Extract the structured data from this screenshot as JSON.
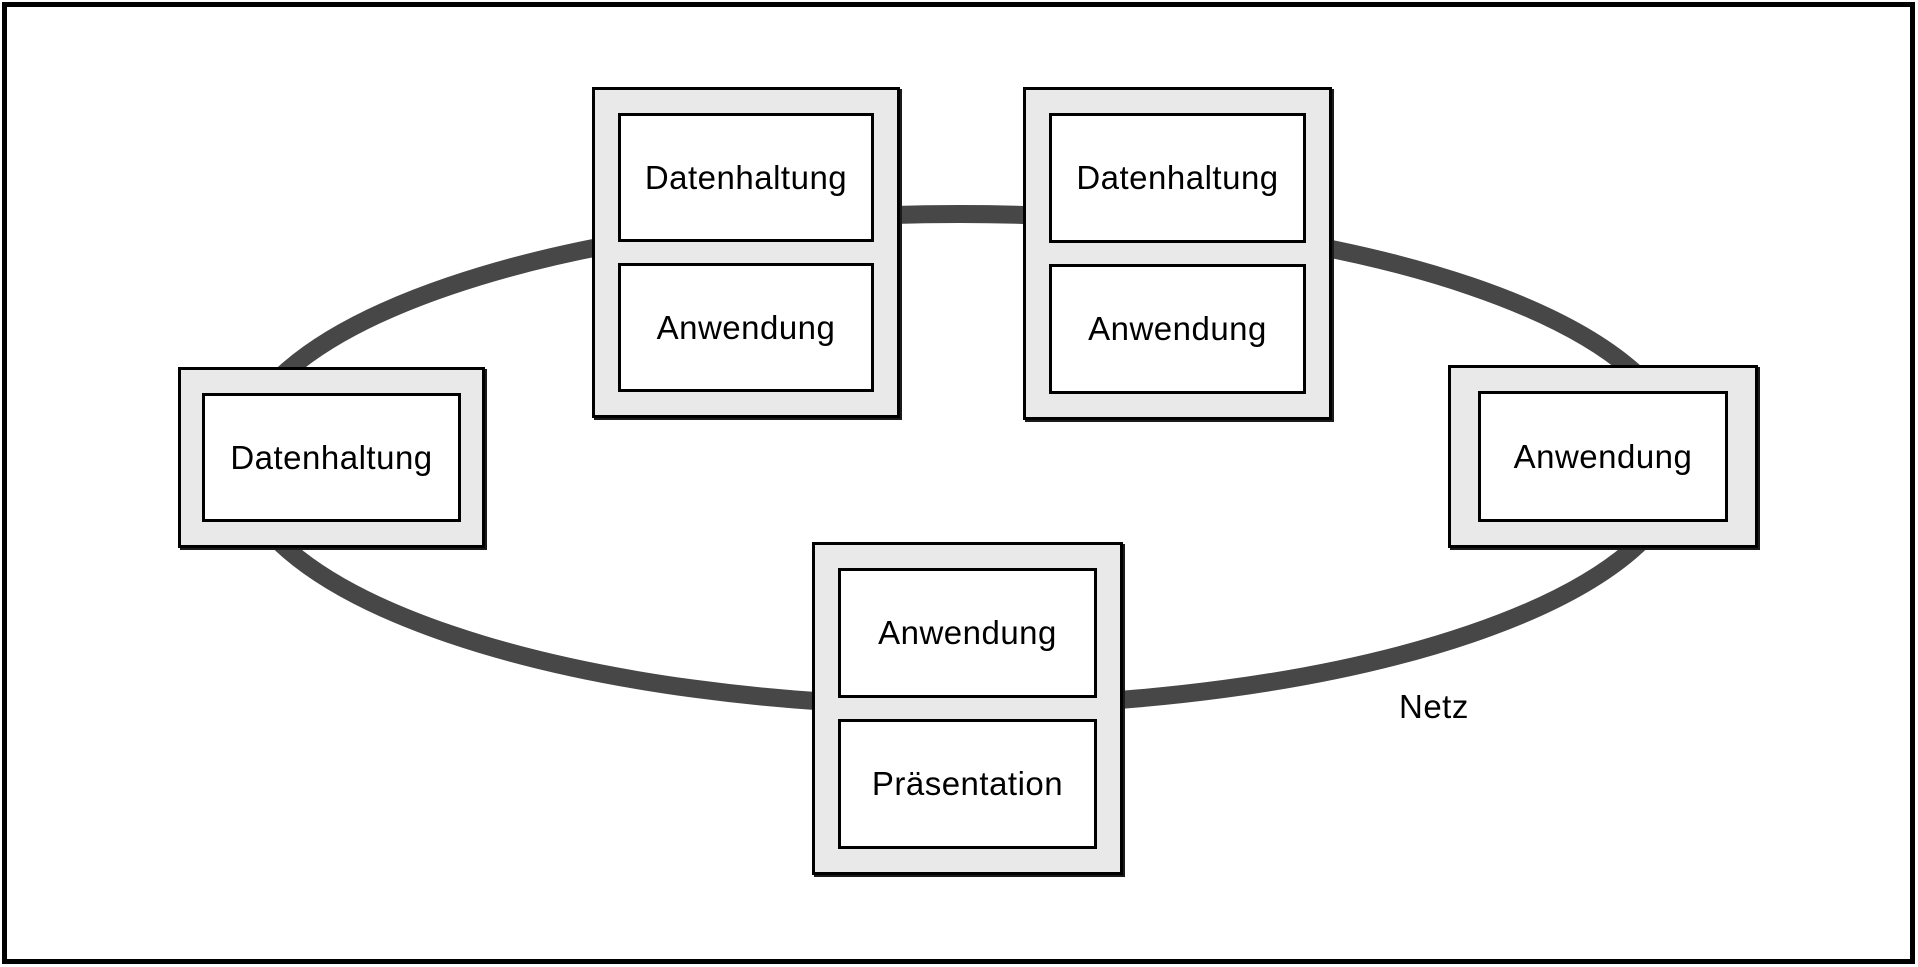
{
  "diagram": {
    "network_label": "Netz",
    "hosts": [
      {
        "id": "top-left-host",
        "cells": [
          "Datenhaltung",
          "Anwendung"
        ]
      },
      {
        "id": "top-right-host",
        "cells": [
          "Datenhaltung",
          "Anwendung"
        ]
      },
      {
        "id": "left-host",
        "cells": [
          "Datenhaltung"
        ]
      },
      {
        "id": "right-host",
        "cells": [
          "Anwendung"
        ]
      },
      {
        "id": "bottom-host",
        "cells": [
          "Anwendung",
          "Präsentation"
        ]
      }
    ],
    "colors": {
      "ring": "#474747",
      "host_fill": "#e9e9e9",
      "cell_fill": "#ffffff",
      "border": "#000000"
    }
  }
}
